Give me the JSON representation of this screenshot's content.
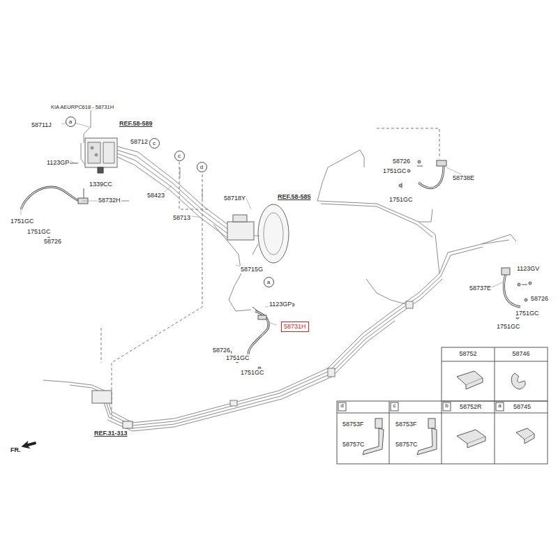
{
  "diagram": {
    "nodes": [
      {
        "text": [
          "a"
        ]
      },
      {
        "text": [
          "c"
        ]
      },
      {
        "text": [
          "c"
        ]
      },
      {
        "text": [
          "d"
        ]
      },
      {
        "text": [
          "a"
        ]
      },
      {
        "text": [
          "58731H"
        ]
      }
    ],
    "labels": [
      "KIA AEURPC618 - 58731H",
      "58711J",
      "REF.58-589",
      "58712",
      "1123GP",
      "1339CC",
      "58423",
      "58732H",
      "1751GC",
      "1751GC",
      "58726",
      "58713",
      "58718Y",
      "REF.58-585",
      "58715G",
      "1123GP",
      "58726",
      "1751GC",
      "1751GC",
      "58726",
      "1751GC",
      "58738E",
      "1751GC",
      "1123GV",
      "58737E",
      "58726",
      "1751GC",
      "1751GC",
      "REF.31-313",
      "FR.",
      "58752",
      "58746",
      "d",
      "c",
      "b",
      "a",
      "58752R",
      "58745",
      "58753F",
      "58757C",
      "58753F",
      "58757C"
    ]
  }
}
